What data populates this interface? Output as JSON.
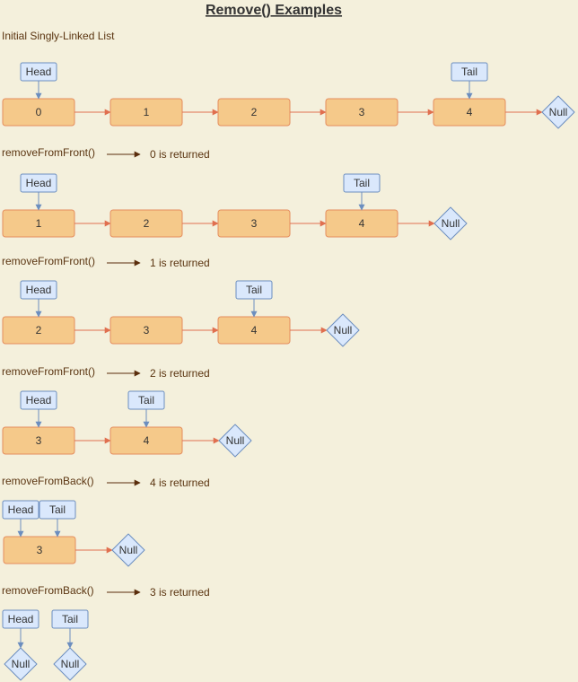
{
  "title": "Remove() Examples",
  "colors": {
    "background": "#f4f0dc",
    "node_fill": "#f5c98a",
    "node_stroke": "#e58d5d",
    "arrow": "#e06f4f",
    "pointer_fill": "#dae8fc",
    "pointer_stroke": "#6c8ebf",
    "caption_arrow": "#5a2d0c"
  },
  "intro_label": "Initial Singly-Linked List",
  "pointer_labels": {
    "head": "Head",
    "tail": "Tail"
  },
  "null_label": "Null",
  "rows": [
    {
      "nodes": [
        "0",
        "1",
        "2",
        "3",
        "4"
      ]
    },
    {
      "operation": "removeFromFront()",
      "result": "0 is returned",
      "nodes": [
        "1",
        "2",
        "3",
        "4"
      ]
    },
    {
      "operation": "removeFromFront()",
      "result": "1 is returned",
      "nodes": [
        "2",
        "3",
        "4"
      ]
    },
    {
      "operation": "removeFromFront()",
      "result": "2 is returned",
      "nodes": [
        "3",
        "4"
      ]
    },
    {
      "operation": "removeFromBack()",
      "result": "4 is returned",
      "nodes": [
        "3"
      ]
    },
    {
      "operation": "removeFromBack()",
      "result": "3 is returned",
      "nodes": []
    }
  ]
}
